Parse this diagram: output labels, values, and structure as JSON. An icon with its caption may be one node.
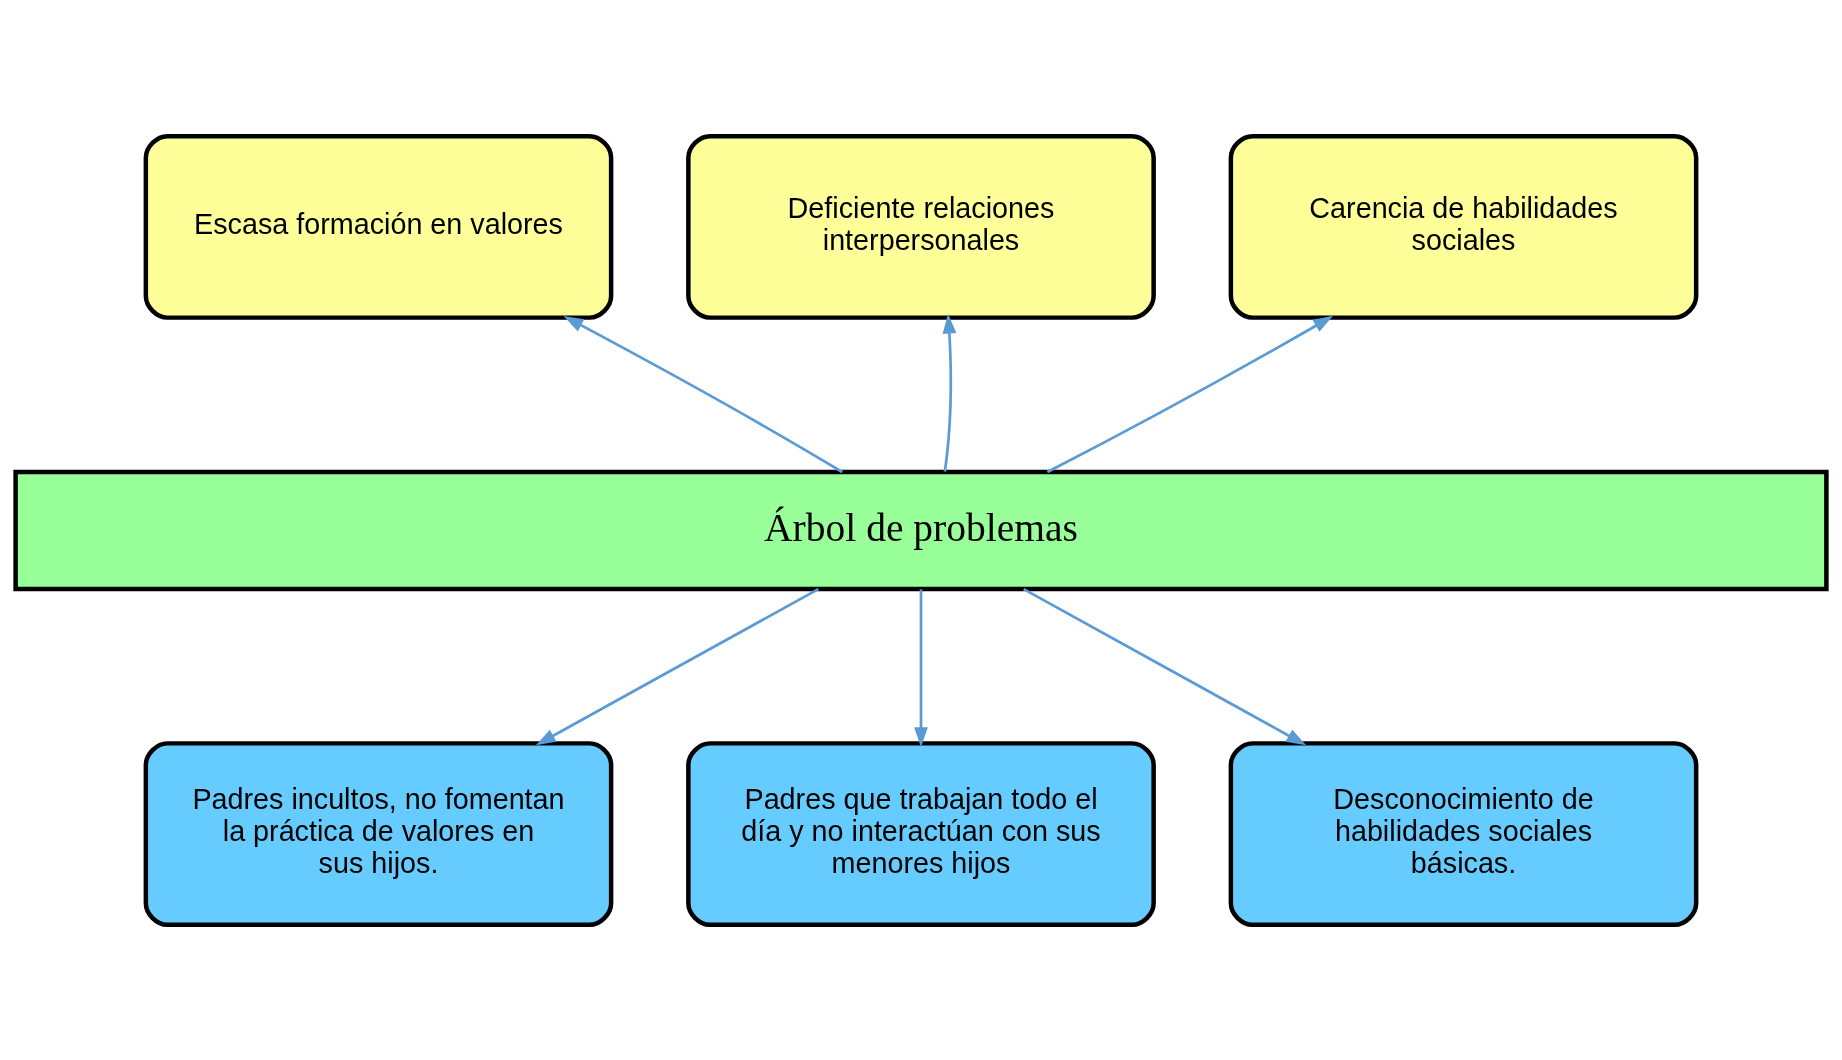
{
  "diagram": {
    "nodes": [
      {
        "text": [
          "Escasa formación en valores"
        ]
      },
      {
        "text": [
          "Deficiente relaciones interpersonales"
        ]
      },
      {
        "text": [
          "Carencia de habilidades sociales"
        ]
      },
      {
        "text": [
          "Árbol de problemas"
        ]
      },
      {
        "text": [
          "Padres incultos, no fomentan la práctica de valores en sus hijos."
        ]
      },
      {
        "text": [
          "Padres que trabajan todo el día y no interactúan con sus menores hijos"
        ]
      },
      {
        "text": [
          "Desconocimiento de habilidades sociales básicas."
        ]
      }
    ],
    "edges": [
      {
        "from": 3,
        "to": 0,
        "arrow": "to"
      },
      {
        "from": 3,
        "to": 1,
        "arrow": "to"
      },
      {
        "from": 3,
        "to": 2,
        "arrow": "to"
      },
      {
        "from": 3,
        "to": 4,
        "arrow": "to"
      },
      {
        "from": 3,
        "to": 5,
        "arrow": "to"
      },
      {
        "from": 3,
        "to": 6,
        "arrow": "to"
      }
    ]
  }
}
